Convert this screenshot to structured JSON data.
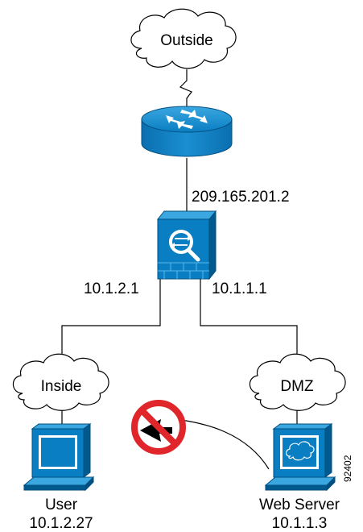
{
  "clouds": {
    "outside": "Outside",
    "inside": "Inside",
    "dmz": "DMZ"
  },
  "interfaces": {
    "outside_ip": "209.165.201.2",
    "inside_ip": "10.1.2.1",
    "dmz_ip": "10.1.1.1"
  },
  "hosts": {
    "user": {
      "name": "User",
      "ip": "10.1.2.27"
    },
    "web_server": {
      "name": "Web Server",
      "ip": "10.1.1.3"
    }
  },
  "figure_id": "92402",
  "colors": {
    "device_blue": "#0a7ec2",
    "device_dark": "#005a8e",
    "prohibit_red": "#e0262b"
  },
  "icons": {
    "router": "router-icon",
    "firewall": "security-appliance-icon",
    "workstation": "workstation-icon",
    "server": "web-server-icon",
    "blocked": "prohibited-icon"
  }
}
